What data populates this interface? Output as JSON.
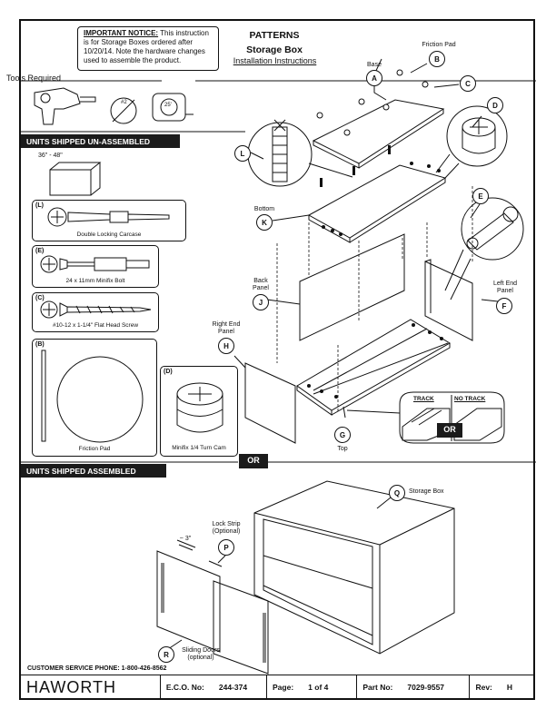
{
  "notice": {
    "heading": "IMPORTANT NOTICE:",
    "text": "This instruction is for Storage Boxes ordered after 10/20/14.  Note the hardware changes used to assemble the product."
  },
  "header": {
    "brand": "PATTERNS",
    "product": "Storage Box",
    "subtitle": "Installation Instructions"
  },
  "tools": {
    "label": "Tools Required",
    "screwdriver_tag": "#2",
    "tape_tag": "25'"
  },
  "sections": {
    "unassembled": "UNITS SHIPPED UN-ASSEMBLED",
    "assembled": "UNITS SHIPPED ASSEMBLED",
    "or_center": "OR",
    "or_track": "OR"
  },
  "dimension": "36\" - 48\"",
  "parts": {
    "L": {
      "tag": "(L)",
      "caption": "Double Locking Carcase"
    },
    "E": {
      "tag": "(E)",
      "caption": "24 x 11mm Minifix Bolt"
    },
    "C": {
      "tag": "(C)",
      "caption": "#10-12 x 1-1/4\" Flat Head Screw"
    },
    "B": {
      "tag": "(B)",
      "caption": "Friction Pad"
    },
    "D": {
      "tag": "(D)",
      "caption": "Minifix 1/4 Turn Cam"
    }
  },
  "callouts": {
    "A": "A",
    "B": "B",
    "C": "C",
    "D": "D",
    "E": "E",
    "F": "F",
    "G": "G",
    "H": "H",
    "J": "J",
    "K": "K",
    "L": "L",
    "P": "P",
    "Q": "Q",
    "R": "R"
  },
  "labels": {
    "friction_pad": "Friction Pad",
    "base": "Base",
    "bottom": "Bottom",
    "back_panel": "Back\nPanel",
    "left_end_panel": "Left End\nPanel",
    "right_end_panel": "Right End\nPanel",
    "top": "Top",
    "track": "TRACK",
    "no_track": "NO TRACK",
    "storage_box": "Storage Box",
    "lock_strip": "Lock Strip\n(Optional)",
    "three_inch": "~ 3\"",
    "sliding_doors": "Sliding Doors\n(optional)"
  },
  "customer_service": "CUSTOMER SERVICE PHONE: 1-800-426-8562",
  "footer": {
    "logo": "HAWORTH",
    "eco_label": "E.C.O. No:",
    "eco_value": "244-374",
    "page_label": "Page:",
    "page_value": "1 of 4",
    "part_label": "Part No:",
    "part_value": "7029-9557",
    "rev_label": "Rev:",
    "rev_value": "H"
  }
}
